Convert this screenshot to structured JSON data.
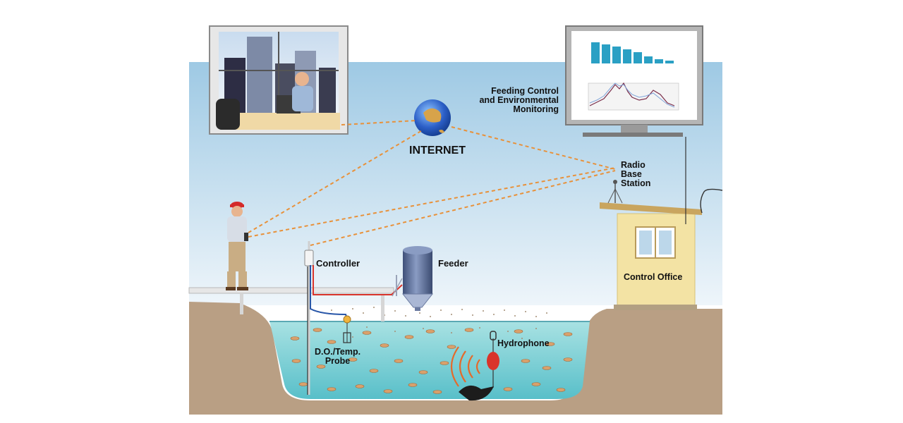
{
  "labels": {
    "internet": "INTERNET",
    "feeding_control": "Feeding Control\nand Environmental\nMonitoring",
    "radio_base_station": "Radio\nBase\nStation",
    "controller": "Controller",
    "feeder": "Feeder",
    "control_office": "Control Office",
    "probe": "D.O./Temp.\nProbe",
    "hydrophone": "Hydrophone"
  },
  "colors": {
    "sky_top": "#9ec9e4",
    "sky_bottom": "#e9f3fa",
    "ground": "#b99f84",
    "water": "#7dd0d5",
    "link_line": "#e8913a",
    "office_wall": "#f3e3a4",
    "feeder": "#5c6f9a",
    "chart_bars": "#2aa0c4",
    "signal": "#e46a2b",
    "cable_red": "#d9342b",
    "cable_blue": "#2856a8"
  }
}
